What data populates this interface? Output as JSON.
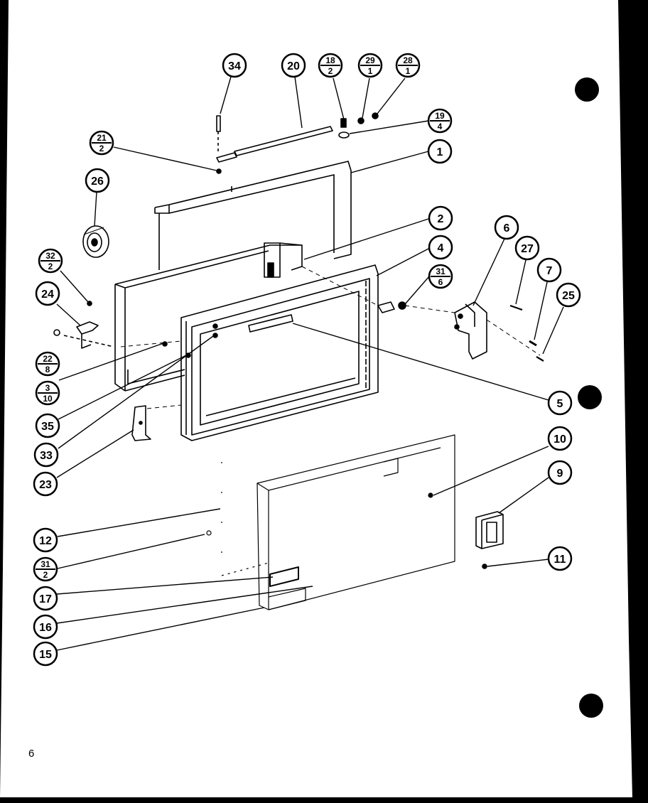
{
  "callouts": [
    {
      "id": "c34",
      "label": "34"
    },
    {
      "id": "c20",
      "label": "20"
    },
    {
      "id": "c18",
      "top": "18",
      "bottom": "2"
    },
    {
      "id": "c29",
      "top": "29",
      "bottom": "1"
    },
    {
      "id": "c28",
      "top": "28",
      "bottom": "1"
    },
    {
      "id": "c19",
      "top": "19",
      "bottom": "4"
    },
    {
      "id": "c21",
      "top": "21",
      "bottom": "2"
    },
    {
      "id": "c1",
      "label": "1"
    },
    {
      "id": "c26",
      "label": "26"
    },
    {
      "id": "c2",
      "label": "2"
    },
    {
      "id": "c4",
      "label": "4"
    },
    {
      "id": "c6",
      "label": "6"
    },
    {
      "id": "c27",
      "label": "27"
    },
    {
      "id": "c7",
      "label": "7"
    },
    {
      "id": "c31a",
      "top": "31",
      "bottom": "6"
    },
    {
      "id": "c25",
      "label": "25"
    },
    {
      "id": "c32",
      "top": "32",
      "bottom": "2"
    },
    {
      "id": "c24",
      "label": "24"
    },
    {
      "id": "c22",
      "top": "22",
      "bottom": "8"
    },
    {
      "id": "c3",
      "top": "3",
      "bottom": "10"
    },
    {
      "id": "c35",
      "label": "35"
    },
    {
      "id": "c33",
      "label": "33"
    },
    {
      "id": "c23",
      "label": "23"
    },
    {
      "id": "c5",
      "label": "5"
    },
    {
      "id": "c10",
      "label": "10"
    },
    {
      "id": "c9",
      "label": "9"
    },
    {
      "id": "c12",
      "label": "12"
    },
    {
      "id": "c31b",
      "top": "31",
      "bottom": "2"
    },
    {
      "id": "c11",
      "label": "11"
    },
    {
      "id": "c17",
      "label": "17"
    },
    {
      "id": "c16",
      "label": "16"
    },
    {
      "id": "c15",
      "label": "15"
    }
  ],
  "page_number": "6"
}
